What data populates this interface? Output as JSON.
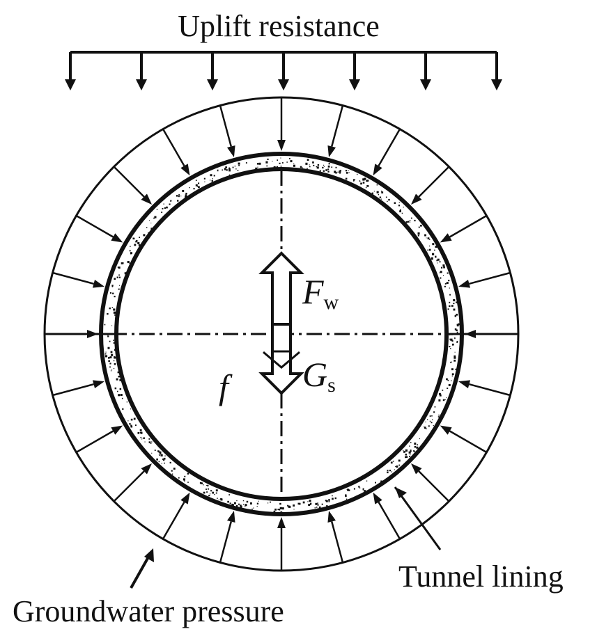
{
  "labels": {
    "uplift_resistance": "Uplift resistance",
    "tunnel_lining": "Tunnel lining",
    "groundwater_pressure": "Groundwater pressure",
    "buoyancy_symbol": "F",
    "buoyancy_subscript": "w",
    "weight_symbol": "G",
    "weight_subscript": "s",
    "friction_symbol": "f"
  },
  "colors": {
    "ink": "#111111",
    "background": "#ffffff"
  },
  "counts": {
    "uplift_arrows": 7,
    "radial_pressure_arrows": 24
  }
}
